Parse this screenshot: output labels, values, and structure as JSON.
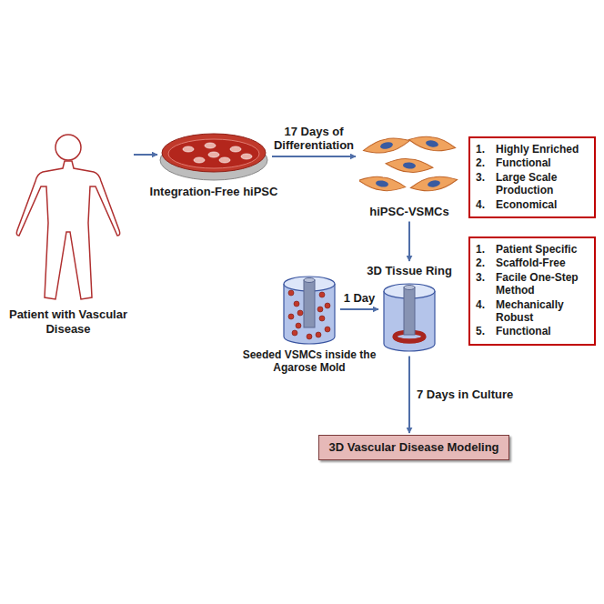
{
  "diagram": {
    "nodes": [
      {
        "text": [
          "Patient with Vascular Disease"
        ]
      },
      {
        "text": [
          "Integration-Free hiPSC"
        ]
      },
      {
        "text": [
          "hiPSC-VSMCs"
        ]
      },
      {
        "text": [
          "1.",
          "Highly Enriched",
          "2.",
          "Functional",
          "3.",
          "Large Scale Production",
          "4.",
          "Economical"
        ]
      },
      {
        "text": [
          "1.",
          "Patient Specific",
          "2.",
          "Scaffold-Free",
          "3.",
          "Facile One-Step Method",
          "4.",
          "Mechanically Robust",
          "5.",
          "Functional"
        ]
      },
      {
        "text": [
          "Seeded VSMCs inside the Agarose Mold"
        ]
      },
      {
        "text": [
          "3D Tissue Ring"
        ]
      },
      {
        "text": [
          "3D Vascular Disease Modeling"
        ]
      }
    ],
    "edges": [
      {
        "from": 0,
        "to": 1,
        "arrow": "to"
      },
      {
        "from": 1,
        "to": 2,
        "label": "17 Days of Differentiation",
        "arrow": "to"
      },
      {
        "from": 2,
        "to": 6,
        "arrow": "to"
      },
      {
        "from": 5,
        "to": 6,
        "label": "1 Day",
        "arrow": "to"
      },
      {
        "from": 6,
        "to": 7,
        "label": "7 Days in Culture",
        "arrow": "to"
      }
    ]
  }
}
